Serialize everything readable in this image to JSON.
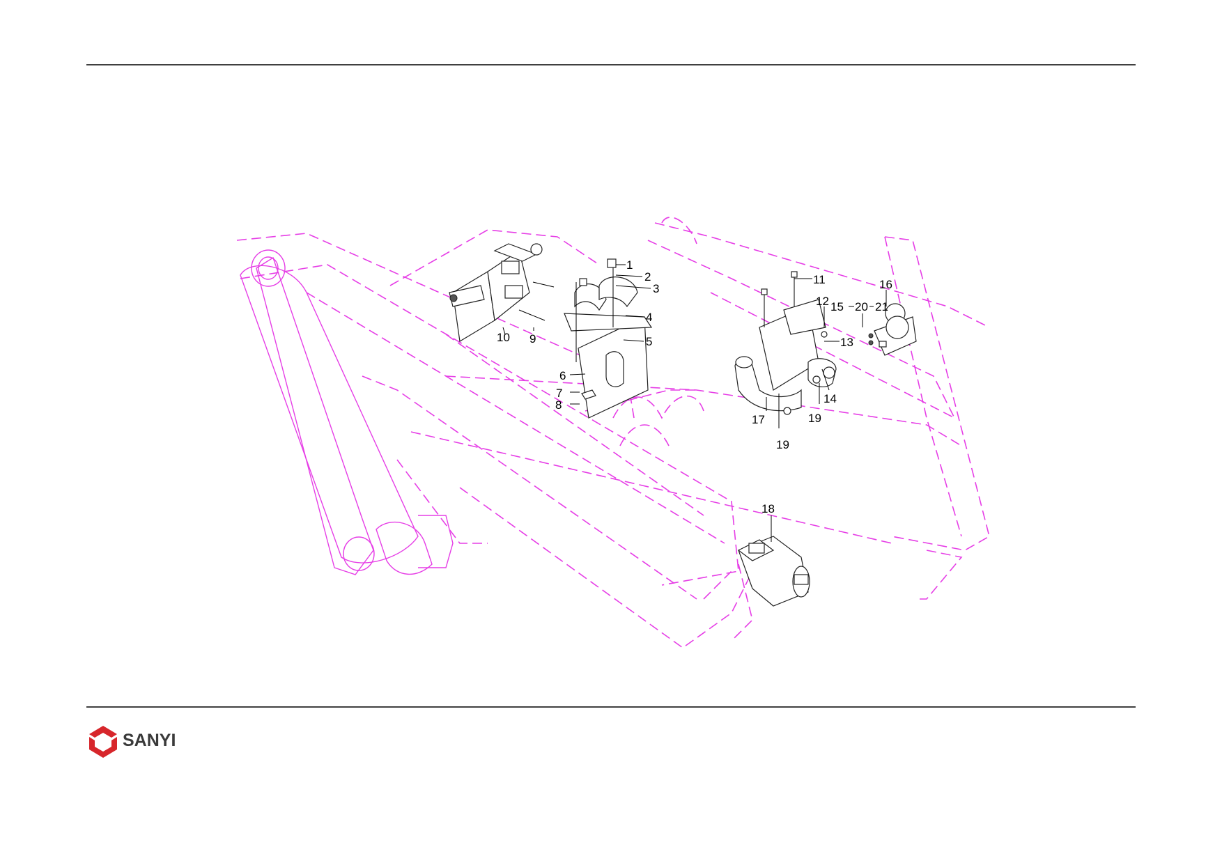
{
  "brand": {
    "name": "SANYI",
    "logo_color": "#d7262b",
    "frame_color": "#e63ee6"
  },
  "callouts": {
    "c1": "1",
    "c2": "2",
    "c3": "3",
    "c4": "4",
    "c5": "5",
    "c6": "6",
    "c7": "7",
    "c8": "8",
    "c9": "9",
    "c10": "10",
    "c11": "11",
    "c12": "12",
    "c13": "13",
    "c14": "14",
    "c15": "15",
    "c16": "16",
    "c17": "17",
    "c18": "18",
    "c19a": "19",
    "c19b": "19",
    "c20": "20",
    "c21": "21"
  },
  "icons": {
    "logo": "sanyi-logo-icon"
  }
}
